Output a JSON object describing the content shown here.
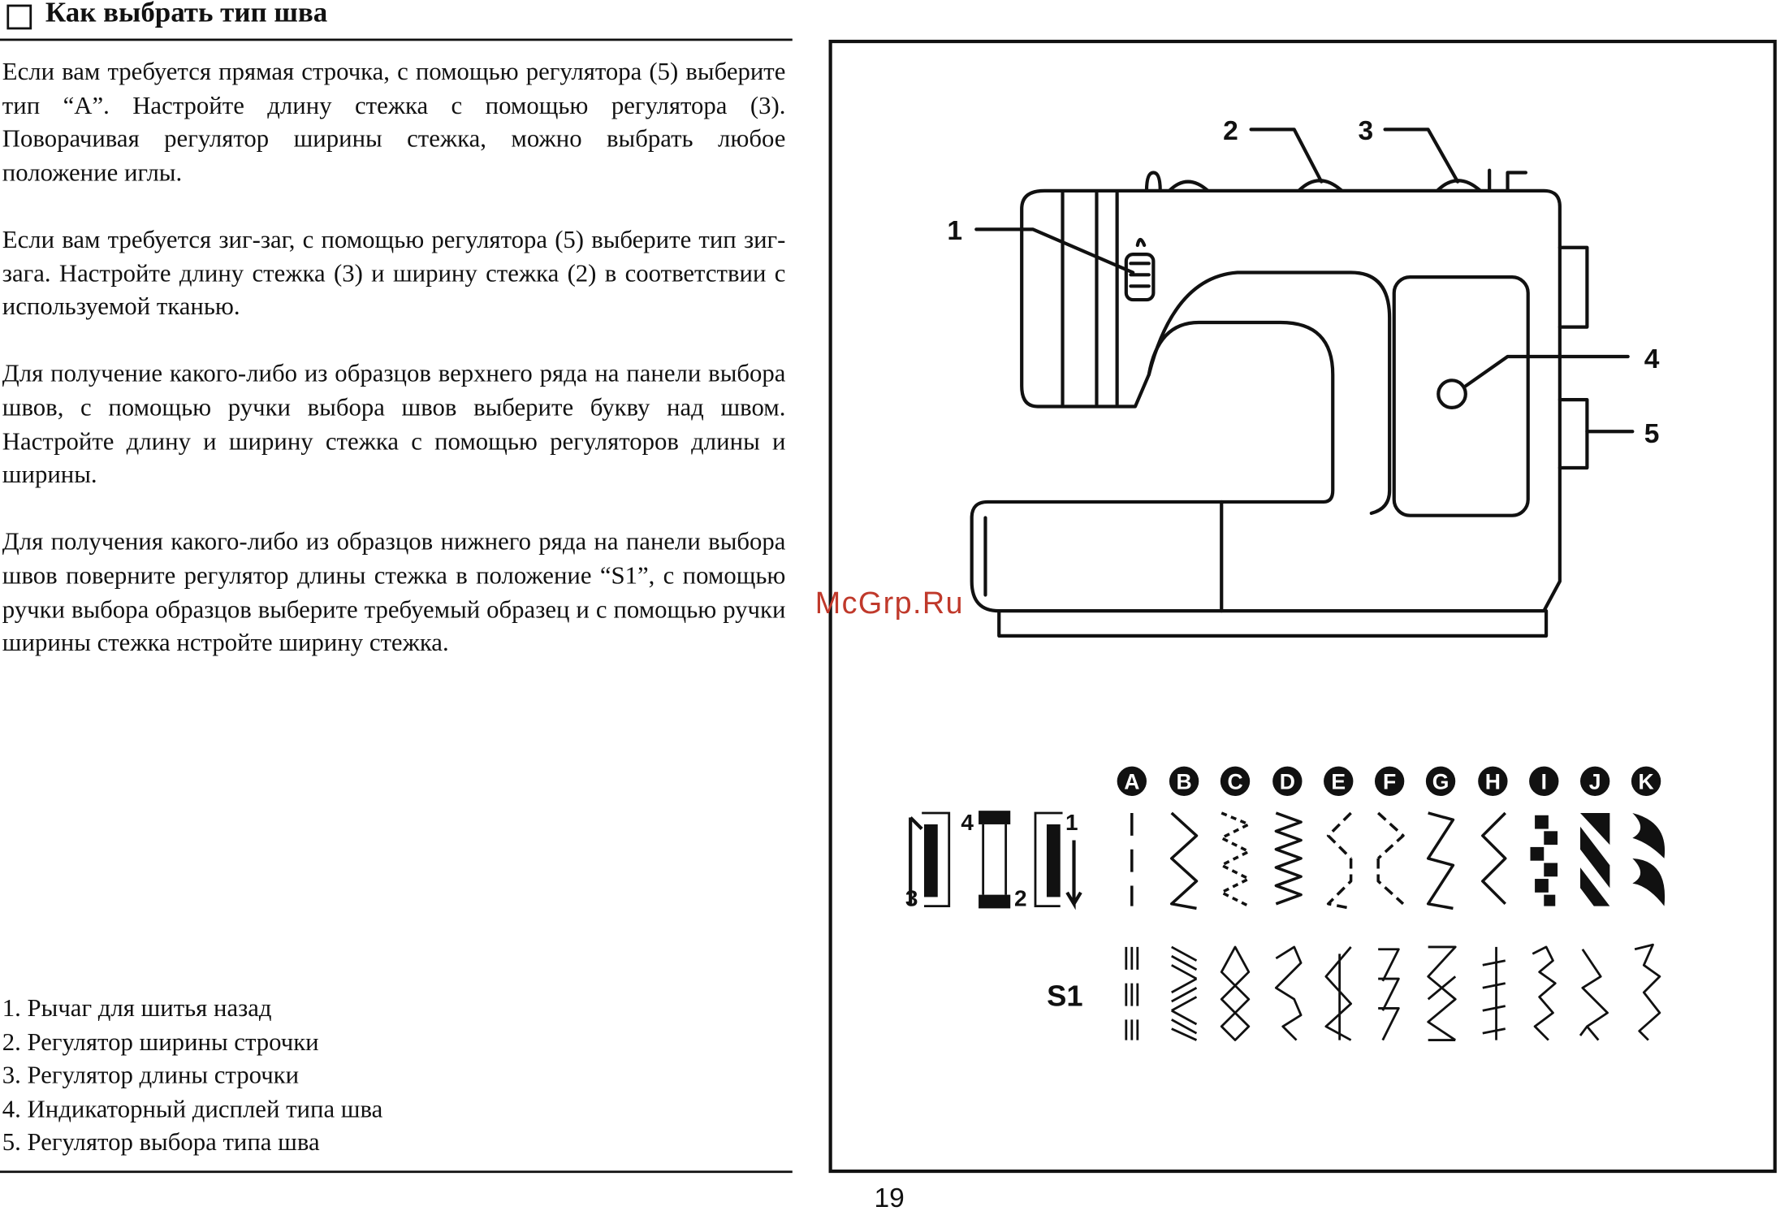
{
  "header": {
    "title": "Как выбрать тип шва"
  },
  "paragraphs": [
    "Если вам требуется прямая строчка, с помощью регулятора (5) выберите тип “A”. Настройте длину стежка с помощью регулятора (3). Поворачивая регулятор ширины стежка, можно выбрать любое положение иглы.",
    "Если вам требуется зиг-заг, с помощью регулятора (5) выберите тип зиг-зага. Настройте длину стежка (3) и ширину стежка (2) в соответствии с используемой тканью.",
    "Для получение какого-либо из образцов верхнего ряда на панели выбора швов, с помощью ручки выбора швов выберите букву над швом. Настройте длину и ширину стежка с помощью регуляторов длины и ширины.",
    "Для получения какого-либо из образцов нижнего ряда на панели выбора швов поверните регулятор длины стежка в положение “S1”, с помощью ручки выбора образцов выберите требуемый образец и с помощью ручки ширины стежка нстройте ширину стежка."
  ],
  "legend": [
    "1. Рычаг для шитья назад",
    "2. Регулятор ширины строчки",
    "3. Регулятор длины строчки",
    "4. Индикаторный дисплей типа шва",
    "5. Регулятор выбора типа шва"
  ],
  "diagram": {
    "callouts": [
      "1",
      "2",
      "3",
      "4",
      "5"
    ],
    "buttonhole_steps": [
      "1",
      "2",
      "3",
      "4"
    ],
    "stitch_letters": [
      "A",
      "B",
      "C",
      "D",
      "E",
      "F",
      "G",
      "H",
      "I",
      "J",
      "K"
    ],
    "lower_row_label": "S1"
  },
  "watermark": "McGrp.Ru",
  "page_number": "19"
}
